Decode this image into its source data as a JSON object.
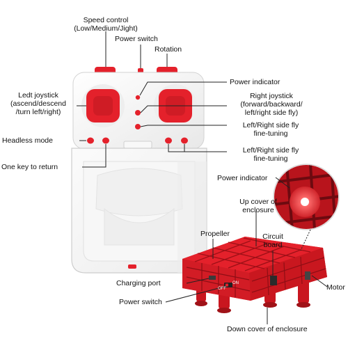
{
  "labels": {
    "speed_control": "Speed control",
    "speed_control_sub": "(Low/Medium/Jight)",
    "power_switch_top": "Power switch",
    "rotation": "Rotation",
    "power_indicator_top": "Power indicator",
    "left_joystick_1": "Ledt joystick",
    "left_joystick_2": "(ascend/descend",
    "left_joystick_3": "/turn left/right)",
    "right_joystick_1": "Right joystick",
    "right_joystick_2": "(forward/backward/",
    "right_joystick_3": "left/right side fly)",
    "side_tuning_1a": "Left/Right side fly",
    "side_tuning_1b": "fine-tuning",
    "headless_mode": "Headless mode",
    "side_tuning_2a": "Left/Right side fly",
    "side_tuning_2b": "fine-tuning",
    "one_key_return": "One key to return",
    "power_indicator_drone": "Power indicator",
    "up_cover_1": "Up cover of",
    "up_cover_2": "enclosure",
    "propeller": "Propeller",
    "circuit_board_1": "Circuit",
    "circuit_board_2": "board",
    "charging_port": "Charging port",
    "motor": "Motor",
    "power_switch_drone": "Power switch",
    "down_cover": "Down cover of enclosure",
    "switch_off": "OFF",
    "switch_on": "ON"
  },
  "colors": {
    "accent_red": "#e4212b",
    "dark_red": "#b3161d",
    "shell_white": "#f4f4f4",
    "shell_edge": "#cfcfcf",
    "line": "#222222"
  }
}
